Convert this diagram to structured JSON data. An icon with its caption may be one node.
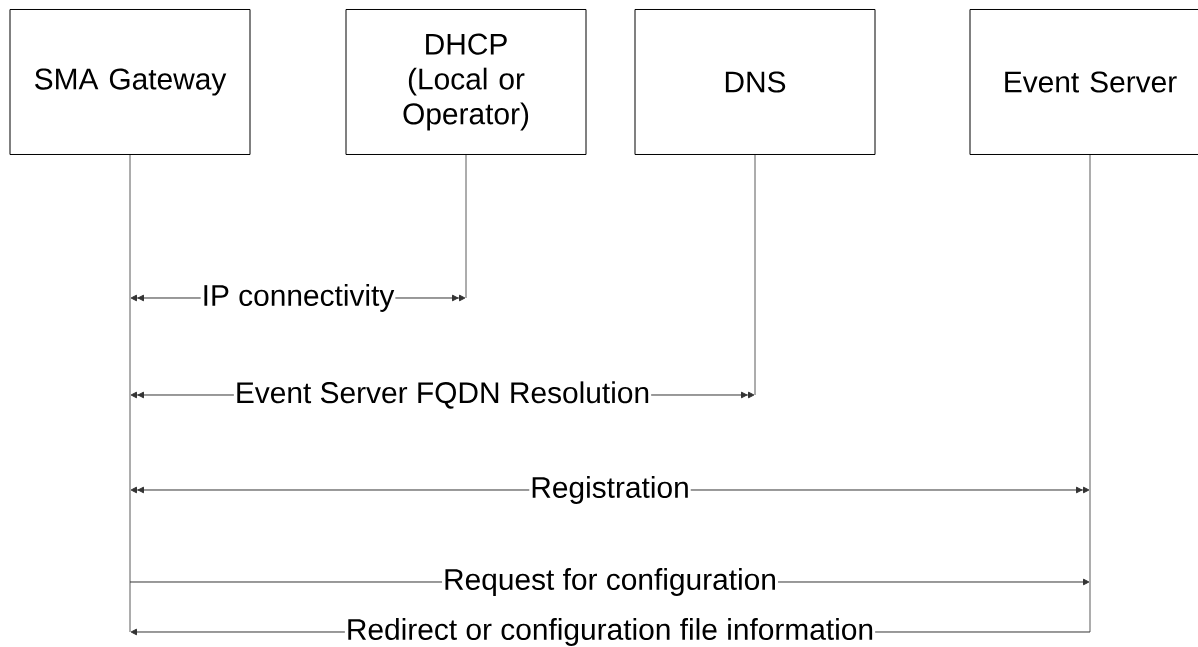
{
  "diagram": {
    "nodes": [
      {
        "text": [
          "SMA Gateway"
        ]
      },
      {
        "text": [
          "DHCP (Local or Operator)"
        ]
      },
      {
        "text": [
          "DNS"
        ]
      },
      {
        "text": [
          "Event Server"
        ]
      }
    ],
    "edges": [
      {
        "from": 0,
        "to": 1,
        "arrow": "both",
        "label": "IP connectivity"
      },
      {
        "from": 0,
        "to": 2,
        "arrow": "both",
        "label": "Event Server FQDN Resolution"
      },
      {
        "from": 0,
        "to": 3,
        "arrow": "both",
        "label": "Registration"
      },
      {
        "from": 0,
        "to": 3,
        "arrow": "to",
        "label": "Request for configuration"
      },
      {
        "from": 3,
        "to": 0,
        "arrow": "to",
        "label": "Redirect or configuration file information"
      }
    ]
  }
}
